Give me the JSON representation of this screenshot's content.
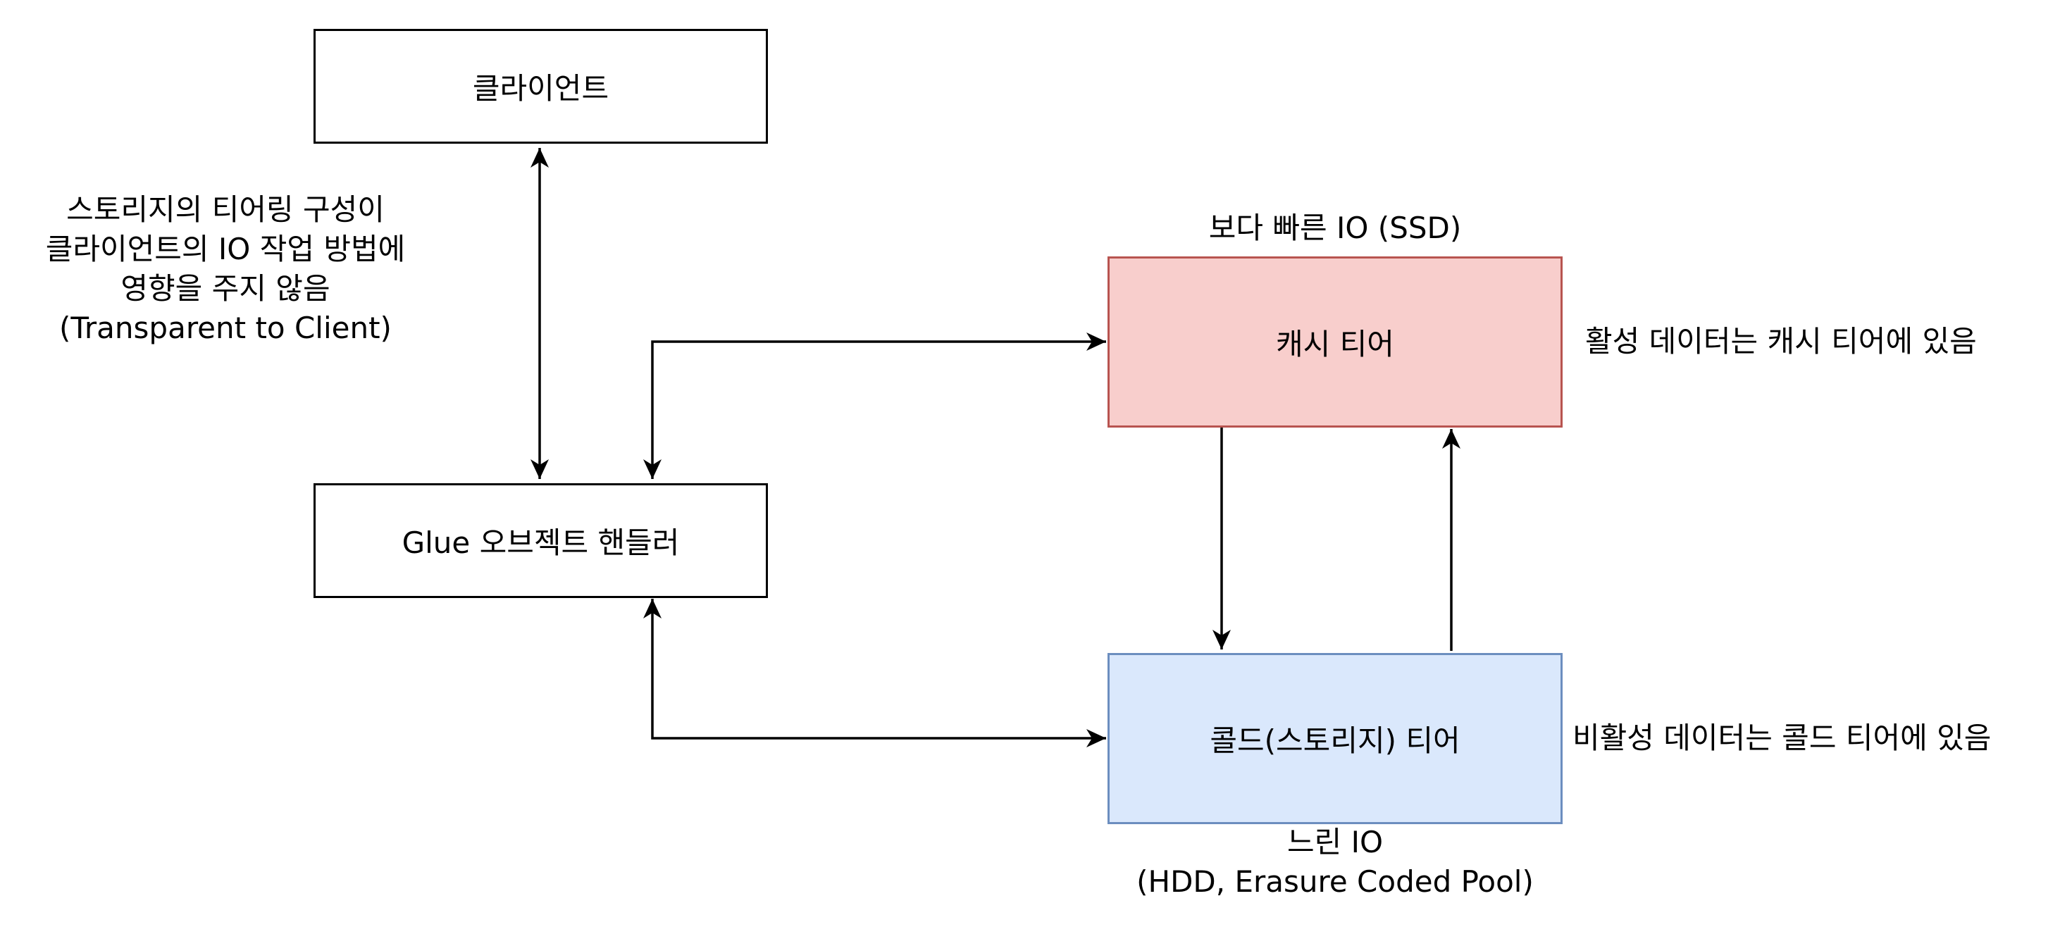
{
  "nodes": {
    "client": "클라이언트",
    "glue_handler": "Glue 오브젝트 핸들러",
    "cache_tier": "캐시 티어",
    "cold_tier": "콜드(스토리지) 티어"
  },
  "annotations": {
    "transparency": [
      "스토리지의 티어링 구성이",
      "클라이언트의 IO 작업 방법에",
      "영향을 주지 않음",
      "(Transparent to Client)"
    ],
    "fast_io": "보다 빠른 IO (SSD)",
    "active_data": "활성 데이터는 캐시 티어에 있음",
    "inactive_data": "비활성 데이터는 콜드 티어에 있음",
    "slow_io": [
      "느린 IO",
      "(HDD, Erasure Coded Pool)"
    ]
  },
  "colors": {
    "cache_fill": "#f8cecc",
    "cache_stroke": "#b85450",
    "cold_fill": "#dae8fc",
    "cold_stroke": "#6c8ebf",
    "edge": "#000000"
  },
  "edges": [
    {
      "from": "client",
      "to": "glue_handler",
      "direction": "both"
    },
    {
      "from": "glue_handler",
      "to": "cache_tier",
      "direction": "both"
    },
    {
      "from": "glue_handler",
      "to": "cold_tier",
      "direction": "both"
    },
    {
      "from": "cache_tier",
      "to": "cold_tier",
      "direction": "forward"
    },
    {
      "from": "cold_tier",
      "to": "cache_tier",
      "direction": "forward"
    }
  ]
}
